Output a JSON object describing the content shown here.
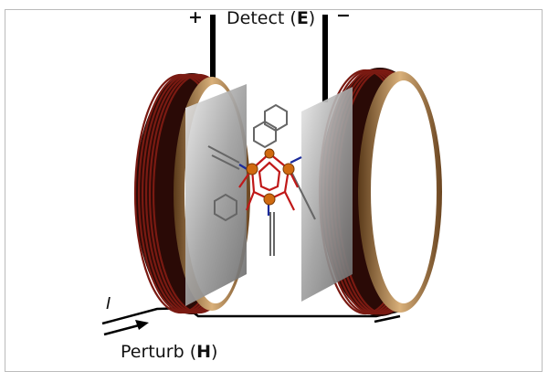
{
  "labels": {
    "plus": "+",
    "detect": "Detect",
    "detect_symbol": "E",
    "minus": "−",
    "current": "I",
    "perturb": "Perturb",
    "perturb_symbol": "H"
  },
  "colors": {
    "coil_wire": "#7a1a12",
    "coil_ring": "#b08650",
    "plate": "#9a9a9a",
    "atom": "#d06a10",
    "bond": "#c01818"
  }
}
